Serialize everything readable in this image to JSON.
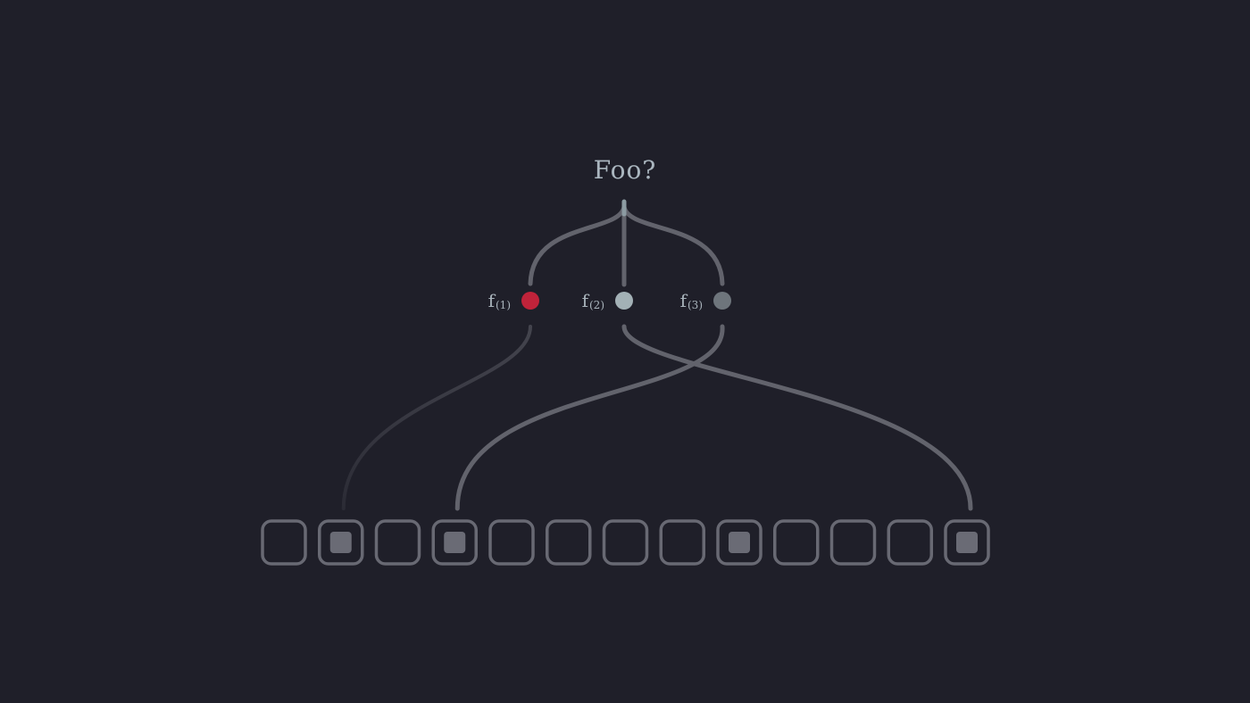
{
  "title": "Foo?",
  "functions": [
    {
      "label": "f",
      "sub": "(1)",
      "color": "#c0233a",
      "target_slot": 1,
      "link_style": "faded"
    },
    {
      "label": "f",
      "sub": "(2)",
      "color": "#a3b1b6",
      "target_slot": 12,
      "link_style": "solid"
    },
    {
      "label": "f",
      "sub": "(3)",
      "color": "#6e757c",
      "target_slot": 3,
      "link_style": "solid"
    }
  ],
  "slots": {
    "count": 13,
    "filled": [
      1,
      3,
      8,
      12
    ]
  },
  "colors": {
    "background": "#1f1f29",
    "line": "#62636c",
    "slot_border": "#686973",
    "slot_fill": "#6a6b75",
    "title": "#aab6bf"
  }
}
